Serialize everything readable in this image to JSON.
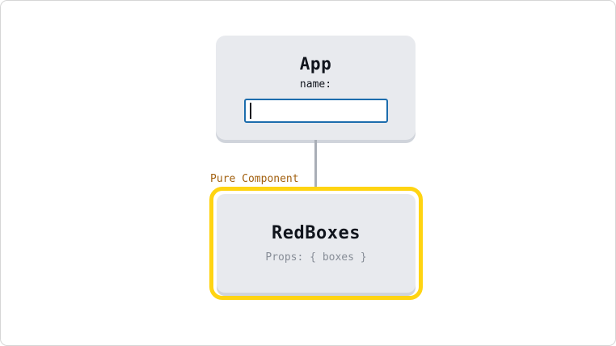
{
  "colors": {
    "background": "#ffffff",
    "node_background": "#e8eaee",
    "node_shadow": "#d0d4db",
    "node_title_text": "#10141c",
    "muted_text": "#878d97",
    "input_border_focus": "#1c6dad",
    "connector": "#a9aeb6",
    "highlight_gold": "#ffd412",
    "pure_component_label": "#a2600f"
  },
  "app_node": {
    "title": "App",
    "field_label": "name:",
    "input_value": "",
    "input_placeholder": ""
  },
  "red_boxes_node": {
    "badge": "Pure Component",
    "title": "RedBoxes",
    "props_label": "Props: { boxes }"
  }
}
